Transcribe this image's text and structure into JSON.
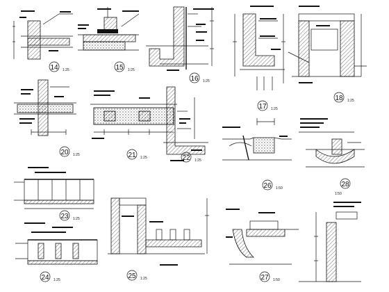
{
  "sheet": {
    "details": [
      {
        "id": "d14",
        "number": "14",
        "scale": "1:25"
      },
      {
        "id": "d15",
        "number": "15",
        "scale": "1:25"
      },
      {
        "id": "d16",
        "number": "16",
        "scale": "1:25"
      },
      {
        "id": "d17",
        "number": "17",
        "scale": "1:25"
      },
      {
        "id": "d18",
        "number": "18",
        "scale": "1:25"
      },
      {
        "id": "d20",
        "number": "20",
        "scale": "1:25"
      },
      {
        "id": "d21",
        "number": "21",
        "scale": "1:25"
      },
      {
        "id": "d22",
        "number": "22",
        "scale": "1:25"
      },
      {
        "id": "d23",
        "number": "23",
        "scale": "1:25"
      },
      {
        "id": "d24",
        "number": "24",
        "scale": "1:25"
      },
      {
        "id": "d25",
        "number": "25",
        "scale": "1:25"
      },
      {
        "id": "d26",
        "number": "26",
        "scale": "1:50"
      },
      {
        "id": "d27",
        "number": "27",
        "scale": "1:50"
      },
      {
        "id": "d28",
        "number": "28",
        "scale": "1:50"
      }
    ]
  }
}
